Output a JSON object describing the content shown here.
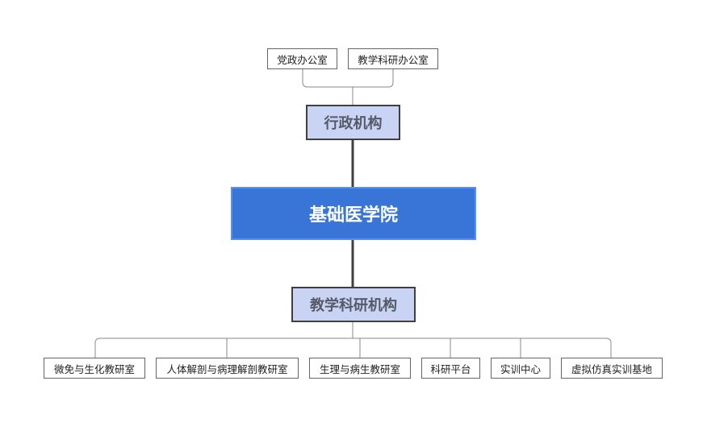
{
  "root": {
    "label": "基础医学院"
  },
  "admin": {
    "label": "行政机构",
    "children": [
      "党政办公室",
      "教学科研办公室"
    ]
  },
  "teaching": {
    "label": "教学科研机构",
    "children": [
      "微免与生化教研室",
      "人体解剖与病理解剖教研室",
      "生理与病生教研室",
      "科研平台",
      "实训中心",
      "虚拟仿真实训基地"
    ]
  },
  "colors": {
    "root_fill": "#3875d7",
    "root_border": "#5b8ff0",
    "branch_fill": "#c9d4f5",
    "branch_border": "#3f3f3f",
    "connector_main": "#3f3f3f",
    "connector_leaf": "#888888"
  }
}
